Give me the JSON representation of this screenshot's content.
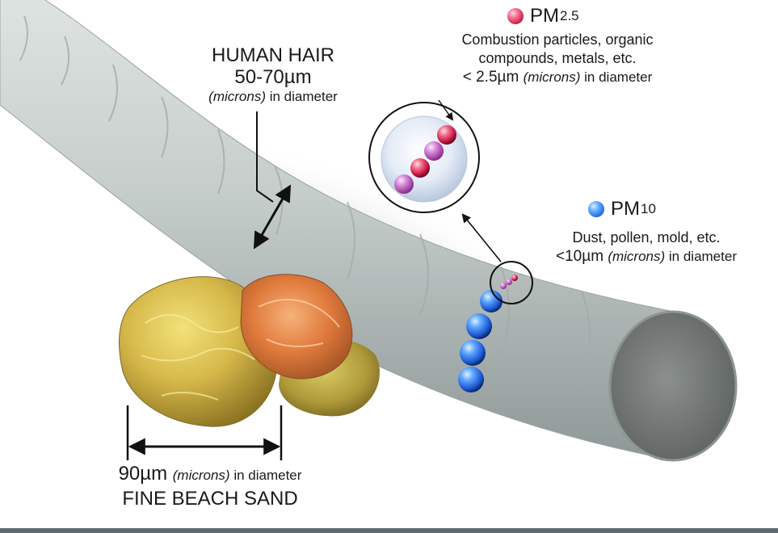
{
  "human_hair": {
    "title": "HUMAN HAIR",
    "size": "50-70µm",
    "units_italic": "(microns)",
    "units_rest": " in diameter"
  },
  "pm25": {
    "name": "PM",
    "subscript": "2.5",
    "line1": "Combustion particles, organic",
    "line2": "compounds, metals, etc.",
    "size": "< 2.5µm ",
    "units_italic": "(microns)",
    "units_rest": " in diameter",
    "color": "#d81b4a"
  },
  "pm10": {
    "name": "PM",
    "subscript": "10",
    "line1": "Dust, pollen, mold, etc.",
    "size": "<10µm ",
    "units_italic": "(microns)",
    "units_rest": " in diameter",
    "color": "#2a6ee8"
  },
  "sand": {
    "size": "90µm ",
    "units_italic": "(microns)",
    "units_rest": " in diameter",
    "title": "FINE BEACH SAND"
  }
}
